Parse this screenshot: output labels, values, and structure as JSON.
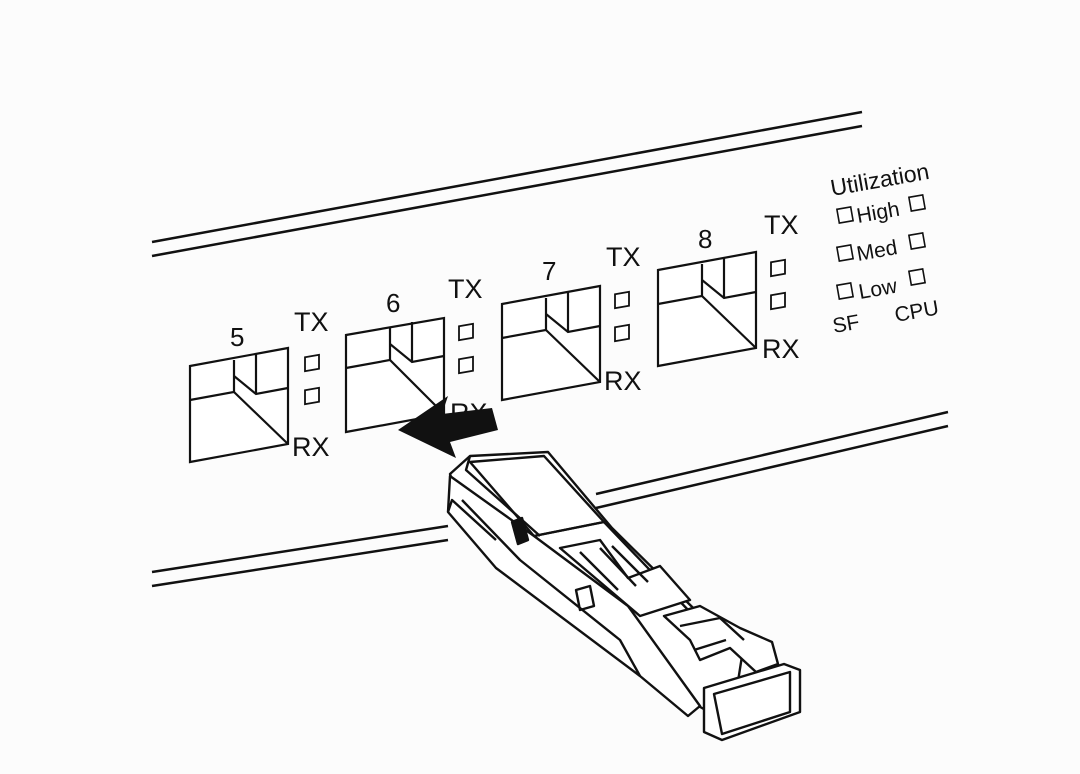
{
  "ports": [
    {
      "number": "5",
      "tx": "TX",
      "rx": "RX"
    },
    {
      "number": "6",
      "tx": "TX",
      "rx": "RX"
    },
    {
      "number": "7",
      "tx": "TX",
      "rx": "RX"
    },
    {
      "number": "8",
      "tx": "TX",
      "rx": "RX"
    }
  ],
  "utilization": {
    "title": "Utilization",
    "levels": [
      "High",
      "Med",
      "Low"
    ],
    "sf_label": "SF",
    "cpu_label": "CPU"
  },
  "colors": {
    "ink": "#111111",
    "paper": "#fcfcfc"
  },
  "icons": {
    "insert_direction": "insert-arrow-icon"
  }
}
